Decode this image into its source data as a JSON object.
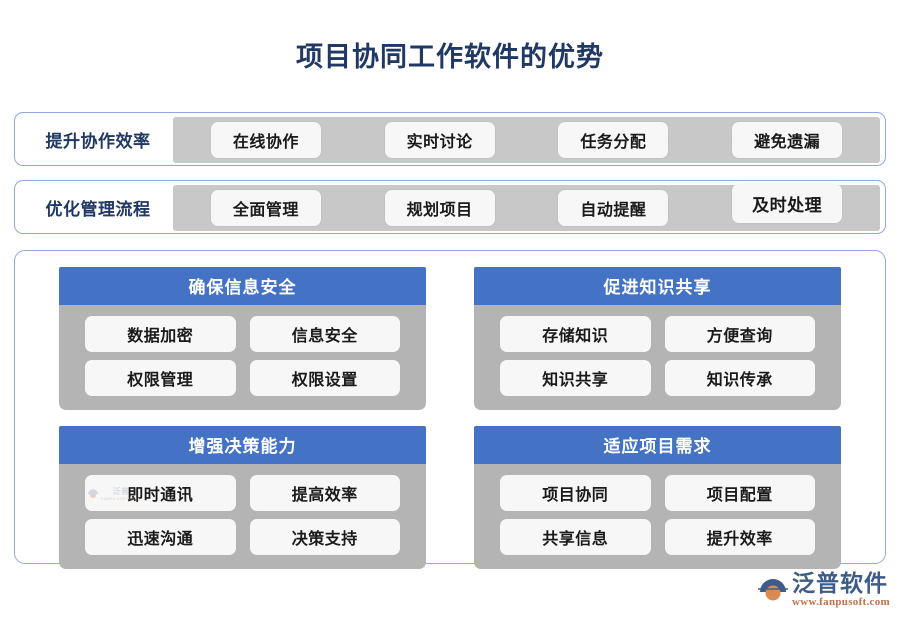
{
  "page": {
    "title": "项目协同工作软件的优势",
    "accent_blue": "#4472C4",
    "border_blue": "#8FAADC",
    "title_navy": "#1F3864",
    "gray_band": "#C8C8C8",
    "card_body_gray": "#B4B4B4"
  },
  "rows": [
    {
      "label": "提升协作效率",
      "items": [
        "在线协作",
        "实时讨论",
        "任务分配",
        "避免遗漏"
      ]
    },
    {
      "label": "优化管理流程",
      "items": [
        "全面管理",
        "规划项目",
        "自动提醒",
        "及时处理"
      ]
    }
  ],
  "cards": [
    {
      "header": "确保信息安全",
      "items": [
        "数据加密",
        "信息安全",
        "权限管理",
        "权限设置"
      ]
    },
    {
      "header": "促进知识共享",
      "items": [
        "存储知识",
        "方便查询",
        "知识共享",
        "知识传承"
      ]
    },
    {
      "header": "增强决策能力",
      "items": [
        "即时通讯",
        "提高效率",
        "迅速沟通",
        "决策支持"
      ]
    },
    {
      "header": "适应项目需求",
      "items": [
        "项目协同",
        "项目配置",
        "共享信息",
        "提升效率"
      ]
    }
  ],
  "watermark": {
    "name": "泛普",
    "sub": "FANPU SOFTWARE"
  },
  "brand": {
    "name": "泛普软件",
    "url": "www.fanpusoft.com"
  }
}
